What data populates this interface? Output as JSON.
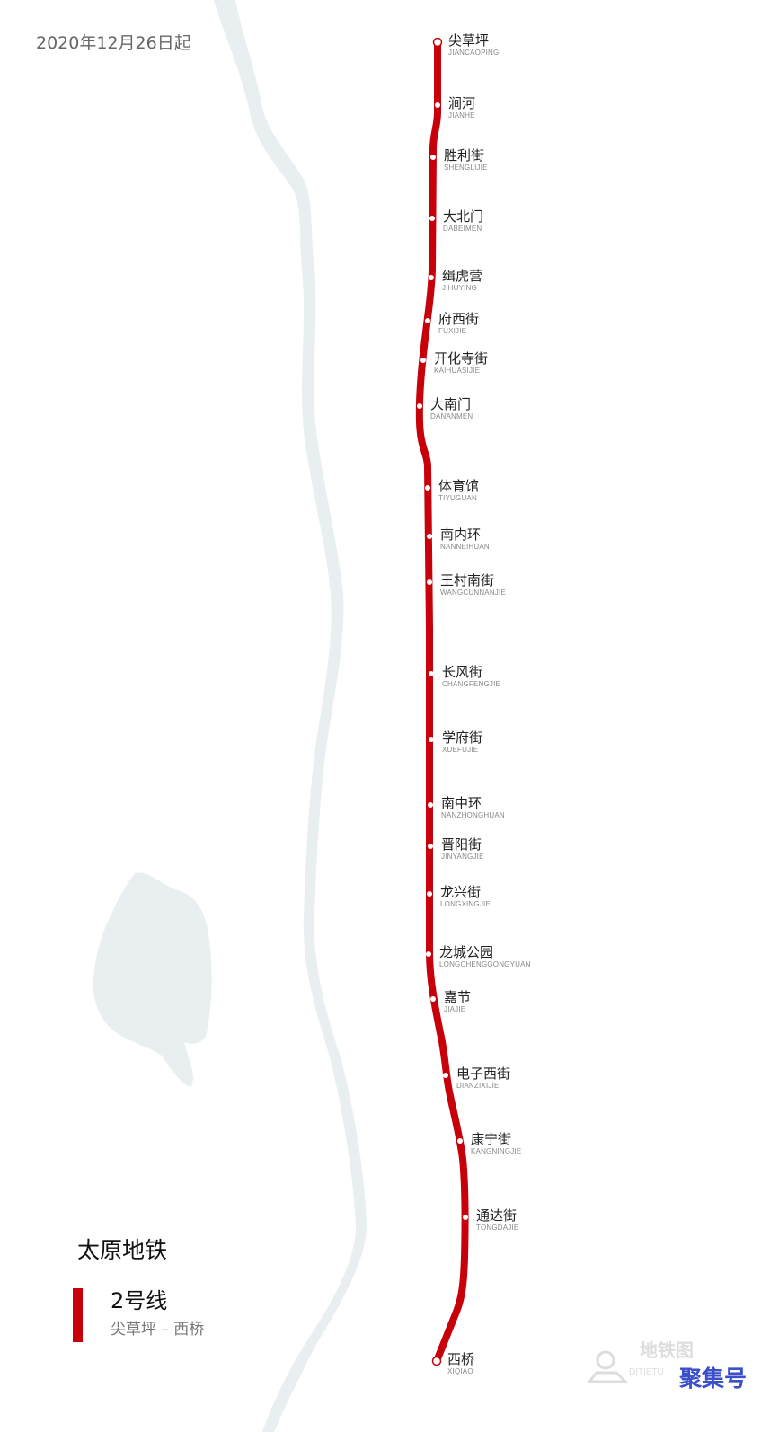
{
  "date_note": "2020年12月26日起",
  "city_title": "太原地铁",
  "line": {
    "name": "2号线",
    "range": "尖草坪 – 西桥",
    "color": "#c8000a"
  },
  "colors": {
    "water": "#e9eff1",
    "line": "#c8000a"
  },
  "stations": [
    {
      "zh": "尖草坪",
      "py": "JIANCAOPING",
      "terminal": true
    },
    {
      "zh": "涧河",
      "py": "JIANHE"
    },
    {
      "zh": "胜利街",
      "py": "SHENGLIJIE"
    },
    {
      "zh": "大北门",
      "py": "DABEIMEN"
    },
    {
      "zh": "缉虎营",
      "py": "JIHUYING"
    },
    {
      "zh": "府西街",
      "py": "FUXIJIE"
    },
    {
      "zh": "开化寺街",
      "py": "KAIHUASIJIE"
    },
    {
      "zh": "大南门",
      "py": "DANANMEN"
    },
    {
      "zh": "体育馆",
      "py": "TIYUGUAN"
    },
    {
      "zh": "南内环",
      "py": "NANNEIHUAN"
    },
    {
      "zh": "王村南街",
      "py": "WANGCUNNANJIE"
    },
    {
      "zh": "长风街",
      "py": "CHANGFENGJIE"
    },
    {
      "zh": "学府街",
      "py": "XUEFUJIE"
    },
    {
      "zh": "南中环",
      "py": "NANZHONGHUAN"
    },
    {
      "zh": "晋阳街",
      "py": "JINYANGJIE"
    },
    {
      "zh": "龙兴街",
      "py": "LONGXINGJIE"
    },
    {
      "zh": "龙城公园",
      "py": "LONGCHENGGONGYUAN"
    },
    {
      "zh": "嘉节",
      "py": "JIAJIE"
    },
    {
      "zh": "电子西街",
      "py": "DIANZIXIJIE"
    },
    {
      "zh": "康宁街",
      "py": "KANGNINGJIE"
    },
    {
      "zh": "通达街",
      "py": "TONGDAJIE"
    },
    {
      "zh": "西桥",
      "py": "XIQIAO",
      "terminal": true
    }
  ],
  "watermark": {
    "logo_text": "地铁图",
    "logo_sub": "DITIETU",
    "badge": "聚集号"
  }
}
